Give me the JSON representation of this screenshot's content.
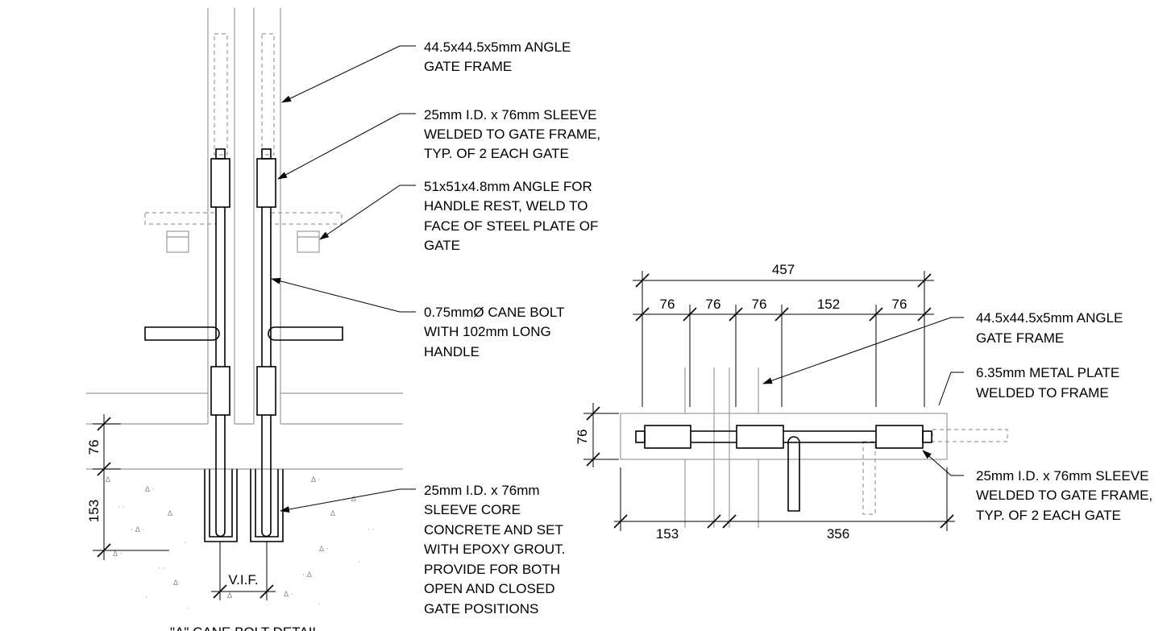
{
  "left_detail": {
    "labels": {
      "gate_frame": [
        "44.5x44.5x5mm ANGLE",
        "GATE FRAME"
      ],
      "sleeve": [
        "25mm I.D. x 76mm SLEEVE",
        "WELDED TO GATE FRAME,",
        "TYP. OF 2 EACH GATE"
      ],
      "handle_rest": [
        "51x51x4.8mm ANGLE FOR",
        "HANDLE REST, WELD TO",
        "FACE OF STEEL PLATE OF",
        "GATE"
      ],
      "cane_bolt": [
        "0.75mmØ CANE BOLT",
        "WITH 102mm LONG",
        "HANDLE"
      ],
      "core_sleeve": [
        "25mm I.D. x 76mm",
        "SLEEVE CORE",
        "CONCRETE AND SET",
        "WITH EPOXY GROUT.",
        "PROVIDE FOR BOTH",
        "OPEN AND CLOSED",
        "GATE POSITIONS"
      ]
    },
    "dims": {
      "top": "76",
      "bottom": "153",
      "vif": "V.I.F."
    },
    "title": "\"A\" CANE BOLT DETAIL"
  },
  "right_detail": {
    "labels": {
      "gate_frame": [
        "44.5x44.5x5mm ANGLE",
        "GATE FRAME"
      ],
      "plate": [
        "6.35mm METAL PLATE",
        "WELDED TO FRAME"
      ],
      "sleeve": [
        "25mm I.D. x 76mm SLEEVE",
        "WELDED TO GATE FRAME,",
        "TYP. OF 2 EACH GATE"
      ]
    },
    "dims": {
      "overall": "457",
      "segments": [
        "76",
        "76",
        "76",
        "152",
        "76"
      ],
      "height": "76",
      "bottom_left": "153",
      "bottom_right": "356"
    }
  }
}
